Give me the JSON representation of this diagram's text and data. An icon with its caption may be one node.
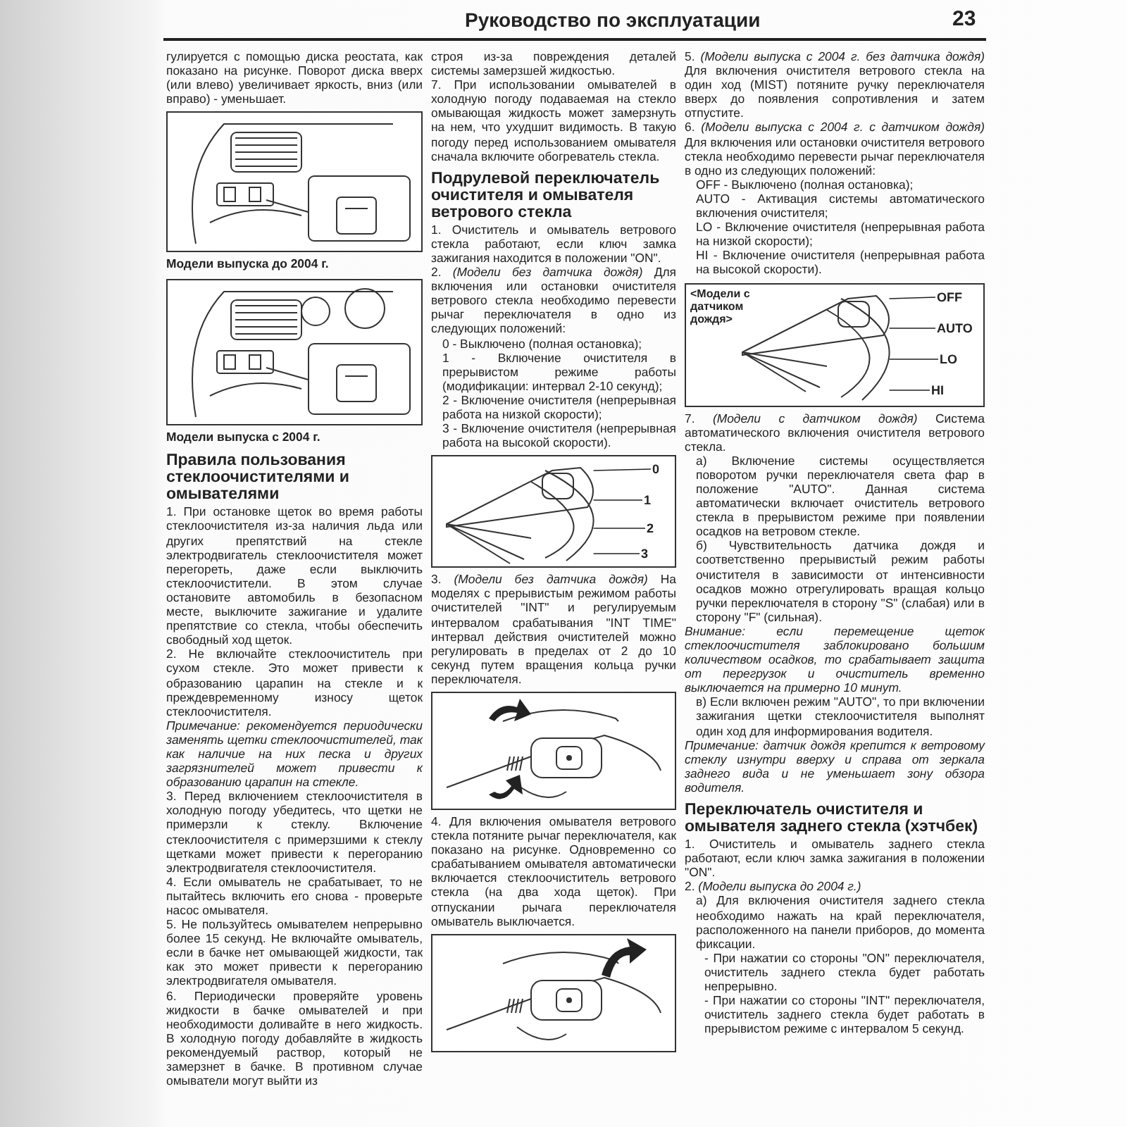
{
  "diagram": {
    "title": "Руководство по эксплуатации",
    "nodes": [
      {
        "text": [
          "0"
        ]
      },
      {
        "text": [
          "1"
        ]
      },
      {
        "text": [
          "2"
        ]
      },
      {
        "text": [
          "3"
        ]
      },
      {
        "text": [
          "OFF"
        ]
      },
      {
        "text": [
          "AUTO"
        ]
      },
      {
        "text": [
          "LO"
        ]
      },
      {
        "text": [
          "HI"
        ]
      },
      {
        "text": [],
        "shape": "picture"
      },
      {
        "text": [],
        "shape": "picture"
      }
    ],
    "edges": [
      {
        "from": 0,
        "to": 8,
        "arrow": "none"
      },
      {
        "from": 1,
        "to": 8,
        "arrow": "none"
      },
      {
        "from": 2,
        "to": 8,
        "arrow": "none"
      },
      {
        "from": 3,
        "to": 8,
        "arrow": "none"
      },
      {
        "from": 4,
        "to": 9,
        "arrow": "none"
      },
      {
        "from": 5,
        "to": 9,
        "arrow": "none"
      },
      {
        "from": 6,
        "to": 9,
        "arrow": "none"
      },
      {
        "from": 7,
        "to": 9,
        "arrow": "none"
      }
    ],
    "labels": [
      "23",
      "гулируется с помощью диска реостата, как показано на рисунке. Поворот диска вверх (или влево) увеличивает яркость, вниз (или вправо) - уменьшает.",
      "Модели выпуска до 2004 г.",
      "Модели выпуска с 2004 г.",
      "Правила пользования стеклоочистителями и омывателями",
      "1. При остановке щеток во время работы стеклоочистителя из-за наличия льда или других препятствий на стекле электродвигатель стеклоочистителя может перегореть, даже если выключить стеклоочистители. В этом случае остановите автомобиль в безопасном месте, выключите зажигание и удалите препятствие со стекла, чтобы обеспечить свободный ход щеток.",
      "2. Не включайте стеклоочиститель при сухом стекле. Это может привести к образованию царапин на стекле и к преждевременному износу щеток стеклоочистителя.",
      "Примечание: рекомендуется периодически заменять щетки стеклоочистителей, так как наличие на них песка и других загрязнителей может привести к образованию царапин на стекле.",
      "3. Перед включением стеклоочистителя в холодную погоду убедитесь, что щетки не примерзли к стеклу. Включение стеклоочистителя с примерзшими к стеклу щетками может привести к перегоранию электродвигателя стеклоочистителя.",
      "4. Если омыватель не срабатывает, то не пытайтесь включить его снова - проверьте насос омывателя.",
      "5. Не пользуйтесь омывателем непрерывно более 15 секунд. Не включайте омыватель, если в бачке нет омывающей жидкости, так как это может привести к перегоранию электродвигателя омывателя.",
      "6. Периодически проверяйте уровень жидкости в бачке омывателей и при необходимости доливайте в него жидкость. В холодную погоду добавляйте в жидкость рекомендуемый раствор, который не замерзнет в бачке. В противном случае омыватели могут выйти из",
      "строя из-за повреждения деталей системы замерзшей жидкостью.",
      "7. При использовании омывателей в холодную погоду подаваемая на стекло омывающая жидкость может замерзнуть на нем, что ухудшит видимость. В такую погоду перед использованием омывателя сначала включите обогреватель стекла.",
      "Подрулевой переключатель очистителя и омывателя ветрового стекла",
      "1. Очиститель и омыватель ветрового стекла работают, если ключ замка зажигания находится в положении \"ON\".",
      "2. *(Модели без датчика дождя)* Для включения или остановки очистителя ветрового стекла необходимо перевести рычаг переключателя в одно из следующих положений:",
      "0 - Выключено (полная остановка);",
      "1 - Включение очистителя в прерывистом режиме работы (модификации: интервал 2-10 секунд);",
      "2 - Включение очистителя (непрерывная работа на низкой скорости);",
      "3 - Включение очистителя (непрерывная работа на высокой скорости).",
      "3. *(Модели без датчика дождя)* На моделях с прерывистым режимом работы очистителей \"INT\" и регулируемым интервалом срабатывания \"INT TIME\" интервал действия очистителей можно регулировать в пределах от 2 до 10 секунд путем вращения кольца ручки переключателя.",
      "4. Для включения омывателя ветрового стекла потяните рычаг переключателя, как показано на рисунке. Одновременно со срабатыванием омывателя автоматически включается стеклоочиститель ветрового стекла (на два хода щеток). При отпускании рычага переключателя омыватель выключается.",
      "5. *(Модели выпуска с 2004 г. без датчика дождя)* Для включения очистителя ветрового стекла на один ход (MIST) потяните ручку переключателя вверх до появления сопротивления и затем отпустите.",
      "6. *(Модели выпуска с 2004 г. с датчиком дождя)* Для включения или остановки очистителя ветрового стекла необходимо перевести рычаг переключателя в одно из следующих положений:",
      "OFF - Выключено (полная остановка);",
      "AUTO - Активация системы автоматического включения очистителя;",
      "LO - Включение очистителя (непрерывная работа на низкой скорости);",
      "HI - Включение очистителя (непрерывная работа на высокой скорости).",
      "<Модели с датчиком дождя>",
      "7. *(Модели с датчиком дождя)* Система автоматического включения очистителя ветрового стекла.",
      "а) Включение системы осуществляется поворотом ручки переключателя света фар в положение \"AUTO\". Данная система автоматически включает очиститель ветрового стекла в прерывистом режиме при появлении осадков на ветровом стекле.",
      "б) Чувствительность датчика дождя и соответственно прерывистый режим работы очистителя в зависимости от интенсивности осадков можно отрегулировать вращая кольцо ручки переключателя в сторону \"S\" (слабая) или в сторону \"F\" (сильная).",
      "Внимание: если перемещение щеток стеклоочистителя заблокировано большим количеством осадков, то срабатывает защита от перегрузок и очиститель временно выключается на примерно 10 минут.",
      "в) Если включен режим \"AUTO\", то при включении зажигания щетки стеклоочистителя выполнят один ход для информирования водителя.",
      "Примечание: датчик дождя крепится к ветровому стеклу изнутри вверху и справа от зеркала заднего вида и не уменьшает зону обзора водителя.",
      "Переключатель очистителя и омывателя заднего стекла (хэтчбек)",
      "1. Очиститель и омыватель заднего стекла работают, если ключ замка зажигания в положении \"ON\".",
      "2. *(Модели выпуска до 2004 г.)*",
      "а) Для включения очистителя заднего стекла необходимо нажать на край переключателя, расположенного на панели приборов, до момента фиксации.",
      "- При нажатии со стороны \"ON\" переключателя, очиститель заднего стекла будет работать непрерывно.",
      "- При нажатии со стороны \"INT\" переключателя, очиститель заднего стекла будет работать в прерывистом режиме с интервалом 5 секунд."
    ]
  }
}
